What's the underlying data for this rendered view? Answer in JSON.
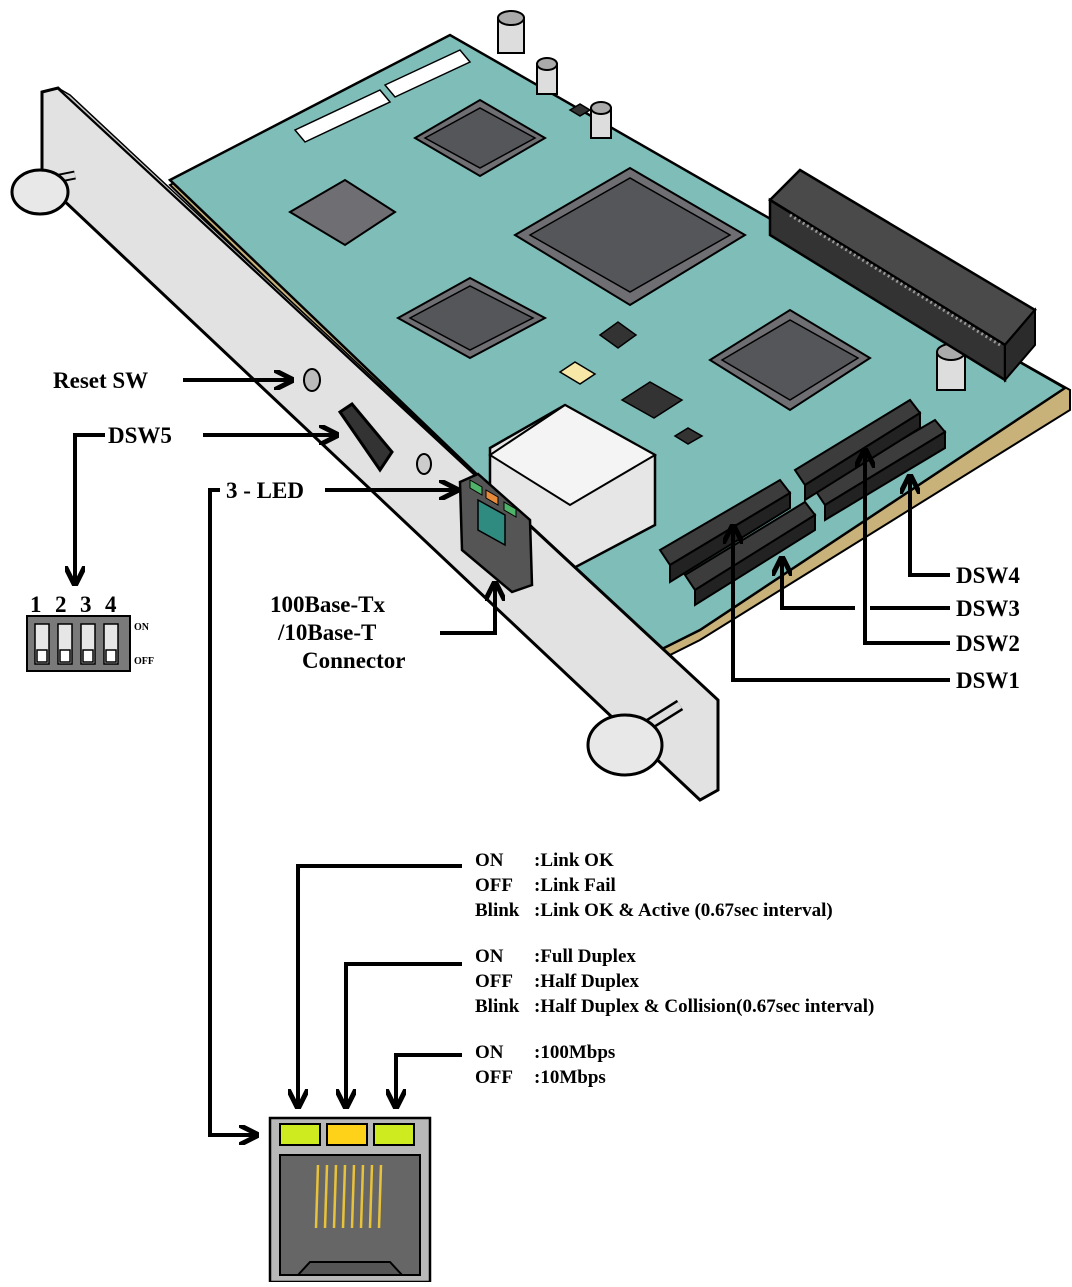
{
  "labels": {
    "reset_sw": "Reset SW",
    "dsw5": "DSW5",
    "led3": "3 - LED",
    "connector_line1": "100Base-Tx",
    "connector_line2": "/10Base-T",
    "connector_line3": "Connector",
    "dsw4": "DSW4",
    "dsw3": "DSW3",
    "dsw2": "DSW2",
    "dsw1": "DSW1"
  },
  "dip_switch": {
    "numbers": [
      "1",
      "2",
      "3",
      "4"
    ],
    "on_label": "ON",
    "off_label": "OFF"
  },
  "led_descriptions": [
    {
      "color": "#cdeb1e",
      "lines": [
        {
          "state": "ON",
          "text": ":Link OK"
        },
        {
          "state": "OFF",
          "text": ":Link Fail"
        },
        {
          "state": "Blink",
          "text": ":Link OK & Active (0.67sec interval)"
        }
      ]
    },
    {
      "color": "#ffd21a",
      "lines": [
        {
          "state": "ON",
          "text": ":Full Duplex"
        },
        {
          "state": "OFF",
          "text": ":Half Duplex"
        },
        {
          "state": "Blink",
          "text": ":Half Duplex & Collision(0.67sec interval)"
        }
      ]
    },
    {
      "color": "#cdeb1e",
      "lines": [
        {
          "state": "ON",
          "text": ":100Mbps"
        },
        {
          "state": "OFF",
          "text": ":10Mbps"
        }
      ]
    }
  ],
  "colors": {
    "pcb": "#7fbdb8",
    "pcb_edge": "#c8b27a",
    "bracket": "#e2e2e2",
    "chip": "#6f6f73",
    "connector": "#4a4a4a"
  }
}
